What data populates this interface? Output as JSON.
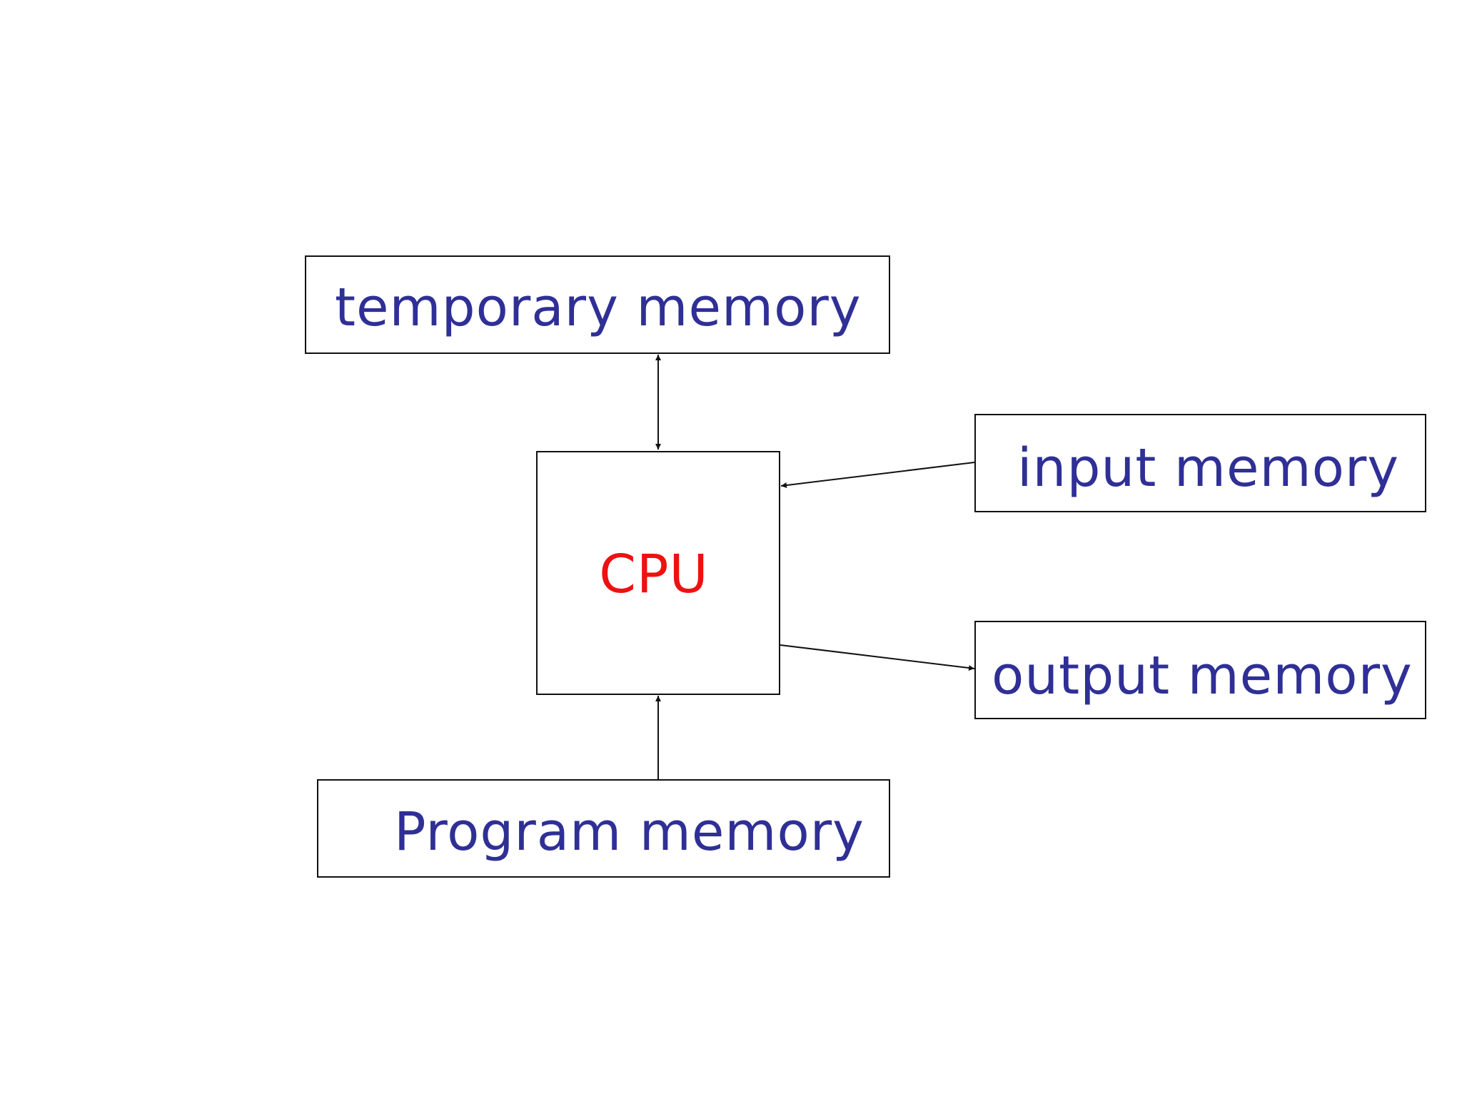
{
  "diagram": {
    "nodes": {
      "temporary_memory": "temporary memory",
      "cpu": "CPU",
      "input_memory": "input memory",
      "output_memory": "output memory",
      "program_memory": "Program memory"
    },
    "edges": [
      {
        "from": "temporary_memory",
        "to": "cpu",
        "bidirectional": true
      },
      {
        "from": "input_memory",
        "to": "cpu",
        "bidirectional": false
      },
      {
        "from": "cpu",
        "to": "output_memory",
        "bidirectional": false
      },
      {
        "from": "program_memory",
        "to": "cpu",
        "bidirectional": false
      }
    ]
  },
  "colors": {
    "label_text": "#2f2f96",
    "cpu_text": "#ee1111",
    "lines": "#111111"
  }
}
